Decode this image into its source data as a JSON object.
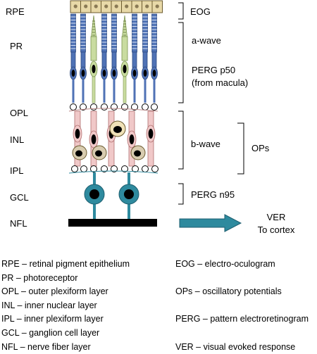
{
  "layers": {
    "rpe": "RPE",
    "pr": "PR",
    "opl": "OPL",
    "inl": "INL",
    "ipl": "IPL",
    "gcl": "GCL",
    "nfl": "NFL"
  },
  "responses": {
    "eog": "EOG",
    "a_wave": "a-wave",
    "perg_p50_line1": "PERG p50",
    "perg_p50_line2": "(from macula)",
    "b_wave": "b-wave",
    "ops": "OPs",
    "perg_n95": "PERG n95",
    "ver_line1": "VER",
    "ver_line2": "To cortex"
  },
  "legend_left": [
    "RPE – retinal pigment epithelium",
    "PR – photoreceptor",
    "OPL – outer plexiform layer",
    "INL – inner nuclear layer",
    "IPL – inner plexiform layer",
    "GCL – ganglion cell layer",
    "NFL – nerve fiber layer"
  ],
  "legend_right": [
    "EOG – electro-oculogram",
    "",
    "OPs – oscillatory potentials",
    "",
    "PERG – pattern electroretinogram",
    "",
    "VER – visual evoked response"
  ],
  "colors": {
    "rpe": "#e8d9a8",
    "rod": "#4f72b5",
    "cone": "#c9dca0",
    "bipolar": "#f0c8c8",
    "amacrine": "#d8ccb0",
    "ganglion": "#2e8a9e",
    "nfl": "#000000",
    "arrow": "#2e8a9e"
  }
}
